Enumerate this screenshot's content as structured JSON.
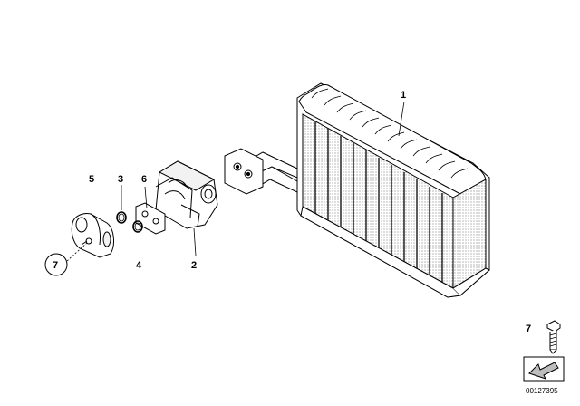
{
  "diagram": {
    "callouts": [
      {
        "id": "c1",
        "text": "1"
      },
      {
        "id": "c2",
        "text": "2"
      },
      {
        "id": "c3",
        "text": "3"
      },
      {
        "id": "c4",
        "text": "4"
      },
      {
        "id": "c5",
        "text": "5"
      },
      {
        "id": "c6",
        "text": "6"
      },
      {
        "id": "c7",
        "text": "7"
      }
    ],
    "legend": {
      "number": "7"
    },
    "catalog_code": "00127395"
  },
  "colors": {
    "line": "#000000",
    "fin_fill": "#d9d9d9",
    "body_fill": "#ffffff"
  }
}
